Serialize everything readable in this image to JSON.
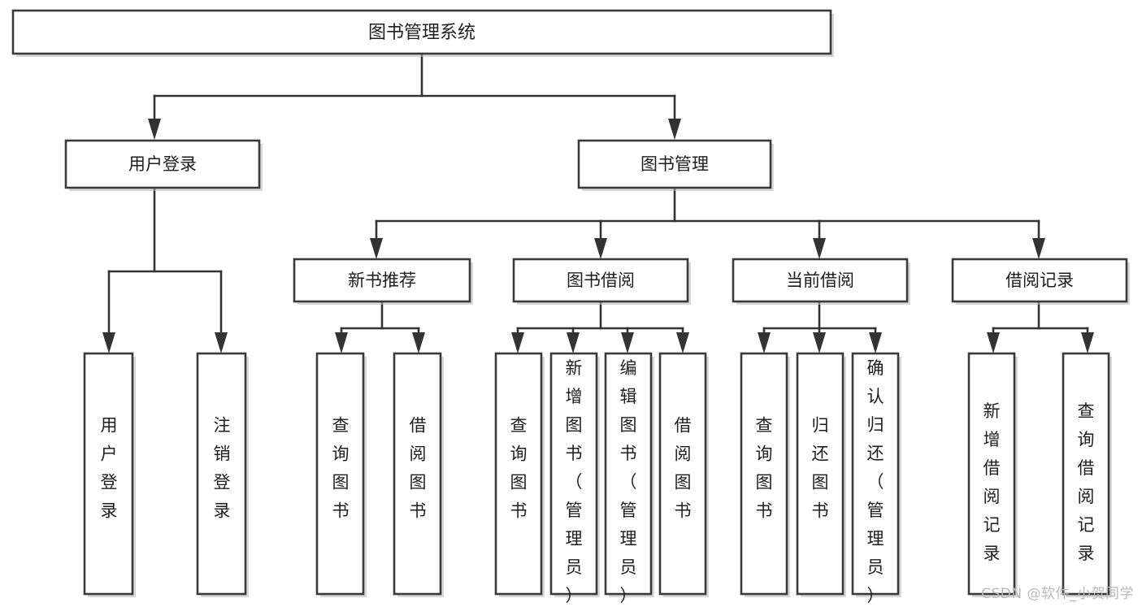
{
  "diagram": {
    "title": "图书管理系统",
    "type": "hierarchy-tree",
    "watermark": "CSDN @软件_小贺同学",
    "colors": {
      "box_fill": "#ffffff",
      "box_stroke": "#3a3a3a",
      "connector": "#333333",
      "text": "#1e1e1e",
      "watermark": "#b9b9b9",
      "background": "#ffffff"
    },
    "levels": {
      "level0": [
        {
          "id": "root",
          "label": "图书管理系统",
          "orientation": "horizontal"
        }
      ],
      "level1": [
        {
          "id": "user-login",
          "label": "用户登录",
          "orientation": "horizontal"
        },
        {
          "id": "book-management",
          "label": "图书管理",
          "orientation": "horizontal"
        }
      ],
      "level2": [
        {
          "id": "new-book-recommend",
          "label": "新书推荐",
          "orientation": "horizontal",
          "parent": "book-management"
        },
        {
          "id": "book-borrow",
          "label": "图书借阅",
          "orientation": "horizontal",
          "parent": "book-management"
        },
        {
          "id": "current-borrow",
          "label": "当前借阅",
          "orientation": "horizontal",
          "parent": "book-management"
        },
        {
          "id": "borrow-record",
          "label": "借阅记录",
          "orientation": "horizontal",
          "parent": "book-management"
        }
      ],
      "level3": [
        {
          "id": "leaf-user-login",
          "label": "用户登录",
          "orientation": "vertical",
          "parent": "user-login"
        },
        {
          "id": "leaf-logout",
          "label": "注销登录",
          "orientation": "vertical",
          "parent": "user-login"
        },
        {
          "id": "leaf-query-book-1",
          "label": "查询图书",
          "orientation": "vertical",
          "parent": "new-book-recommend"
        },
        {
          "id": "leaf-borrow-book-1",
          "label": "借阅图书",
          "orientation": "vertical",
          "parent": "new-book-recommend"
        },
        {
          "id": "leaf-query-book-2",
          "label": "查询图书",
          "orientation": "vertical",
          "parent": "book-borrow"
        },
        {
          "id": "leaf-add-book",
          "label": "新增图书（管理员）",
          "orientation": "vertical",
          "parent": "book-borrow"
        },
        {
          "id": "leaf-edit-book",
          "label": "编辑图书（管理员）",
          "orientation": "vertical",
          "parent": "book-borrow"
        },
        {
          "id": "leaf-borrow-book-2",
          "label": "借阅图书",
          "orientation": "vertical",
          "parent": "book-borrow"
        },
        {
          "id": "leaf-query-book-3",
          "label": "查询图书",
          "orientation": "vertical",
          "parent": "current-borrow"
        },
        {
          "id": "leaf-return-book",
          "label": "归还图书",
          "orientation": "vertical",
          "parent": "current-borrow"
        },
        {
          "id": "leaf-confirm-return",
          "label": "确认归还（管理员）",
          "orientation": "vertical",
          "parent": "current-borrow"
        },
        {
          "id": "leaf-add-record",
          "label": "新增借阅记录",
          "orientation": "vertical",
          "parent": "borrow-record"
        },
        {
          "id": "leaf-query-record",
          "label": "查询借阅记录",
          "orientation": "vertical",
          "parent": "borrow-record"
        }
      ]
    }
  }
}
